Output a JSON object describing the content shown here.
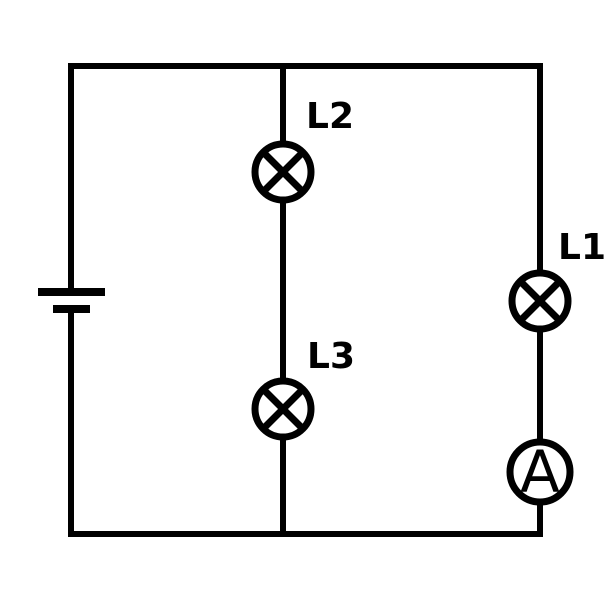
{
  "diagram": {
    "type": "circuit-diagram",
    "background": "#ffffff",
    "stroke_color": "#000000",
    "components": {
      "battery": {
        "kind": "cell"
      },
      "lamp_l2": {
        "label": "L2"
      },
      "lamp_l3": {
        "label": "L3"
      },
      "lamp_l1": {
        "label": "L1"
      },
      "ammeter": {
        "label": "A"
      }
    }
  }
}
